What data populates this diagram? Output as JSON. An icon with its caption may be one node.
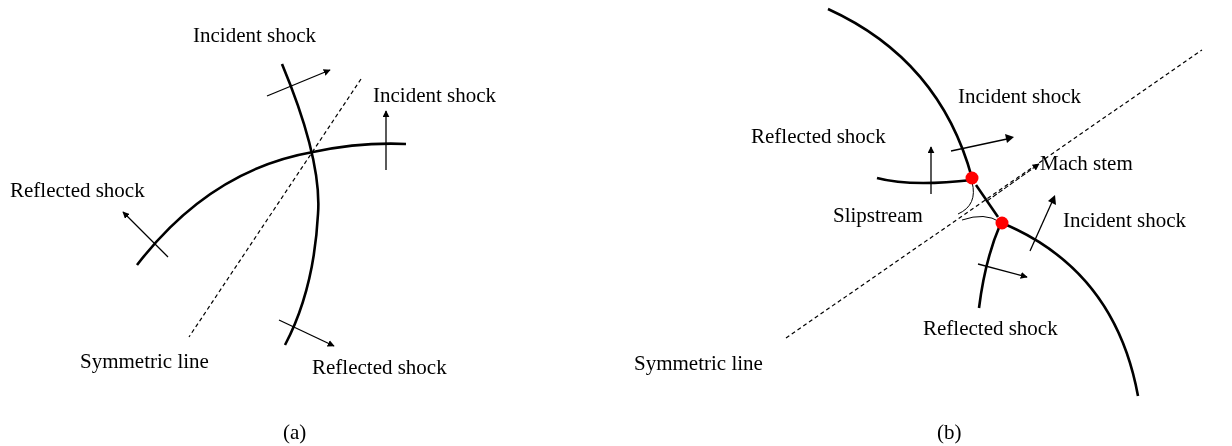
{
  "diagram": {
    "nodes": [
      {
        "text": [
          "Mach stem"
        ]
      },
      {
        "text": [],
        "shape": "line"
      }
    ],
    "edges": [
      {
        "from": 1,
        "to": 0,
        "arrow": "to",
        "style": "dashed"
      }
    ],
    "labels": [
      "Incident shock",
      "Incident shock",
      "Reflected shock",
      "Symmetric line",
      "Reflected shock",
      "(a)",
      "Incident shock",
      "Reflected shock",
      "Slipstream",
      "Incident shock",
      "Reflected shock",
      "Symmetric line",
      "(b)"
    ]
  }
}
